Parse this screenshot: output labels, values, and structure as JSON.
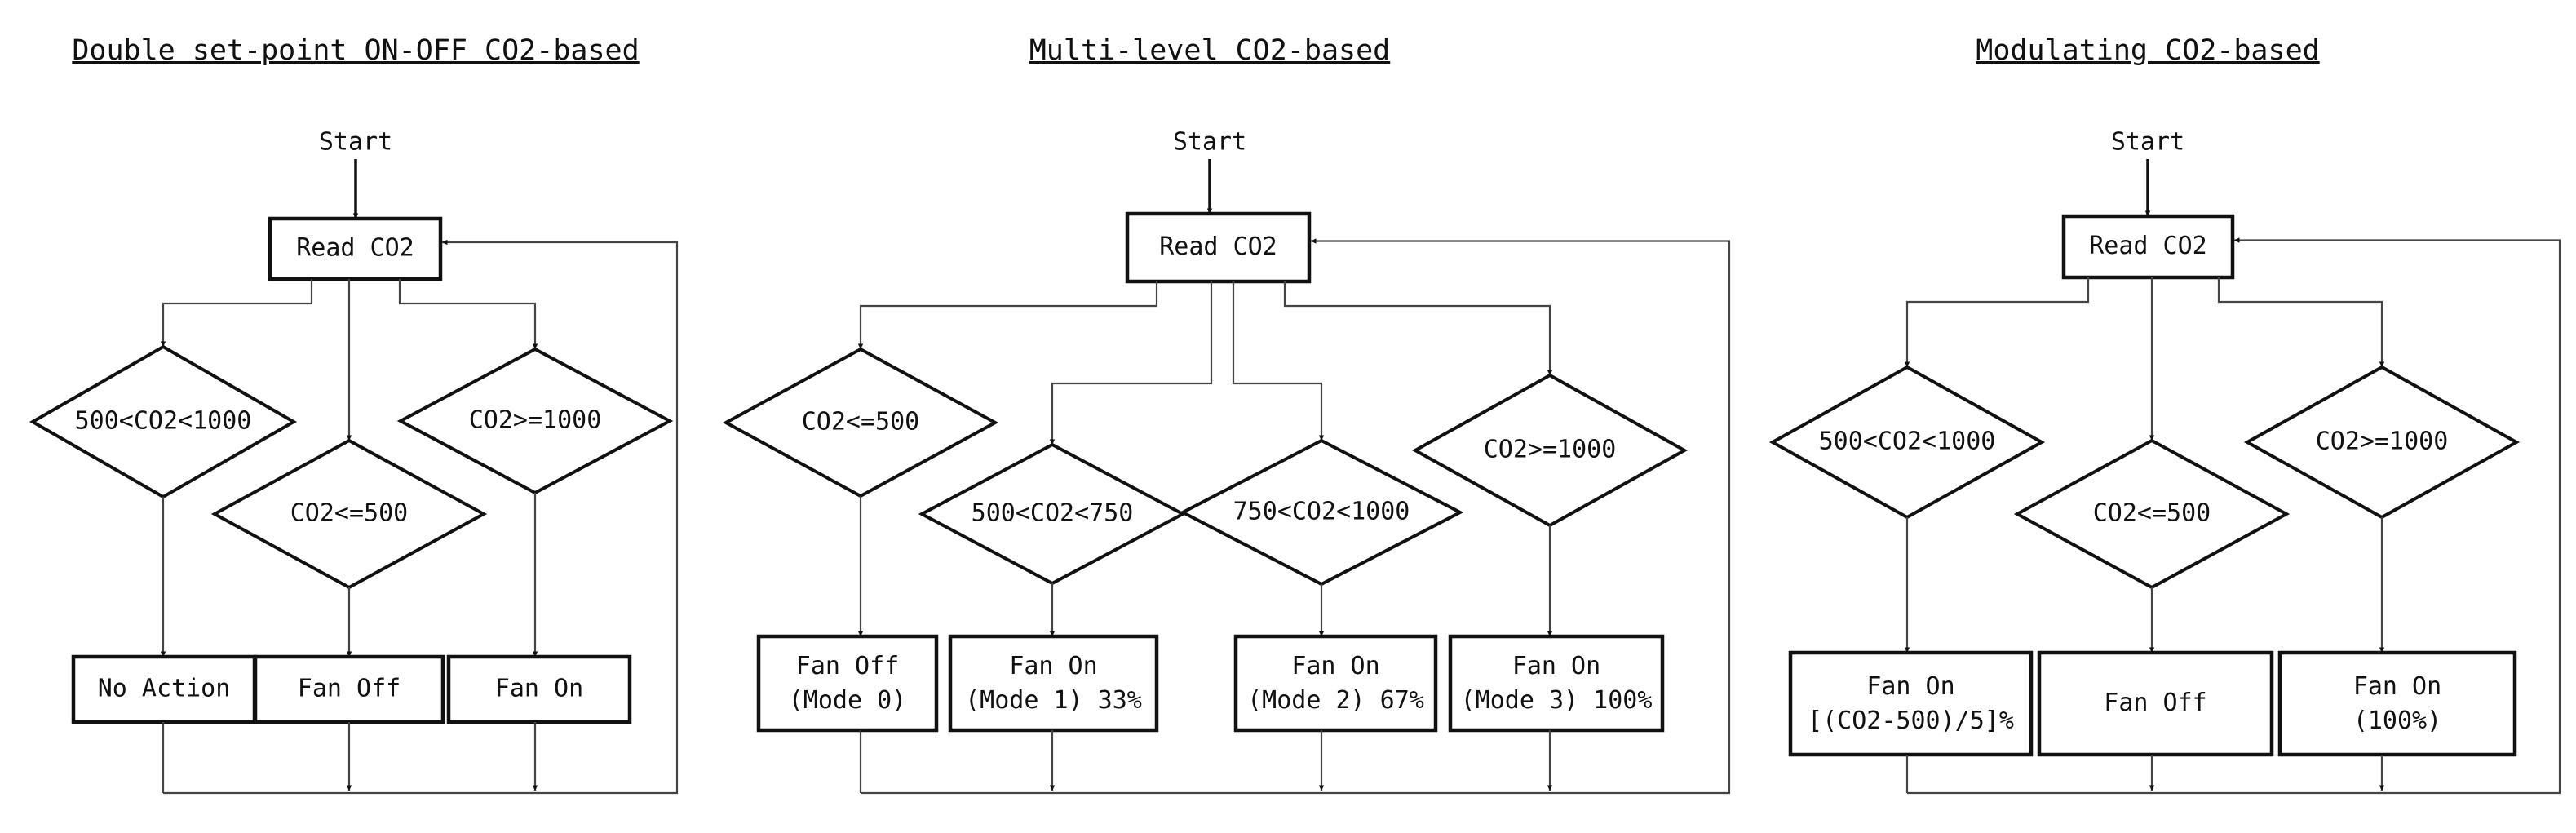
{
  "diagrams": [
    {
      "title": "Double set-point ON-OFF CO2-based",
      "start": "Start",
      "read": "Read CO2",
      "conditions": [
        "500<CO2<1000",
        "CO2<=500",
        "CO2>=1000"
      ],
      "actions": [
        [
          "No Action"
        ],
        [
          "Fan Off"
        ],
        [
          "Fan On"
        ]
      ]
    },
    {
      "title": "Multi-level CO2-based",
      "start": "Start",
      "read": "Read CO2",
      "conditions": [
        "CO2<=500",
        "500<CO2<750",
        "750<CO2<1000",
        "CO2>=1000"
      ],
      "actions": [
        [
          "Fan Off",
          "(Mode 0)"
        ],
        [
          "Fan On",
          "(Mode 1) 33%"
        ],
        [
          "Fan On",
          "(Mode 2) 67%"
        ],
        [
          "Fan On",
          "(Mode 3) 100%"
        ]
      ]
    },
    {
      "title": "Modulating CO2-based",
      "start": "Start",
      "read": "Read CO2",
      "conditions": [
        "500<CO2<1000",
        "CO2<=500",
        "CO2>=1000"
      ],
      "actions": [
        [
          "Fan On",
          "[(CO2-500)/5]%"
        ],
        [
          "Fan Off"
        ],
        [
          "Fan On",
          "(100%)"
        ]
      ]
    }
  ]
}
